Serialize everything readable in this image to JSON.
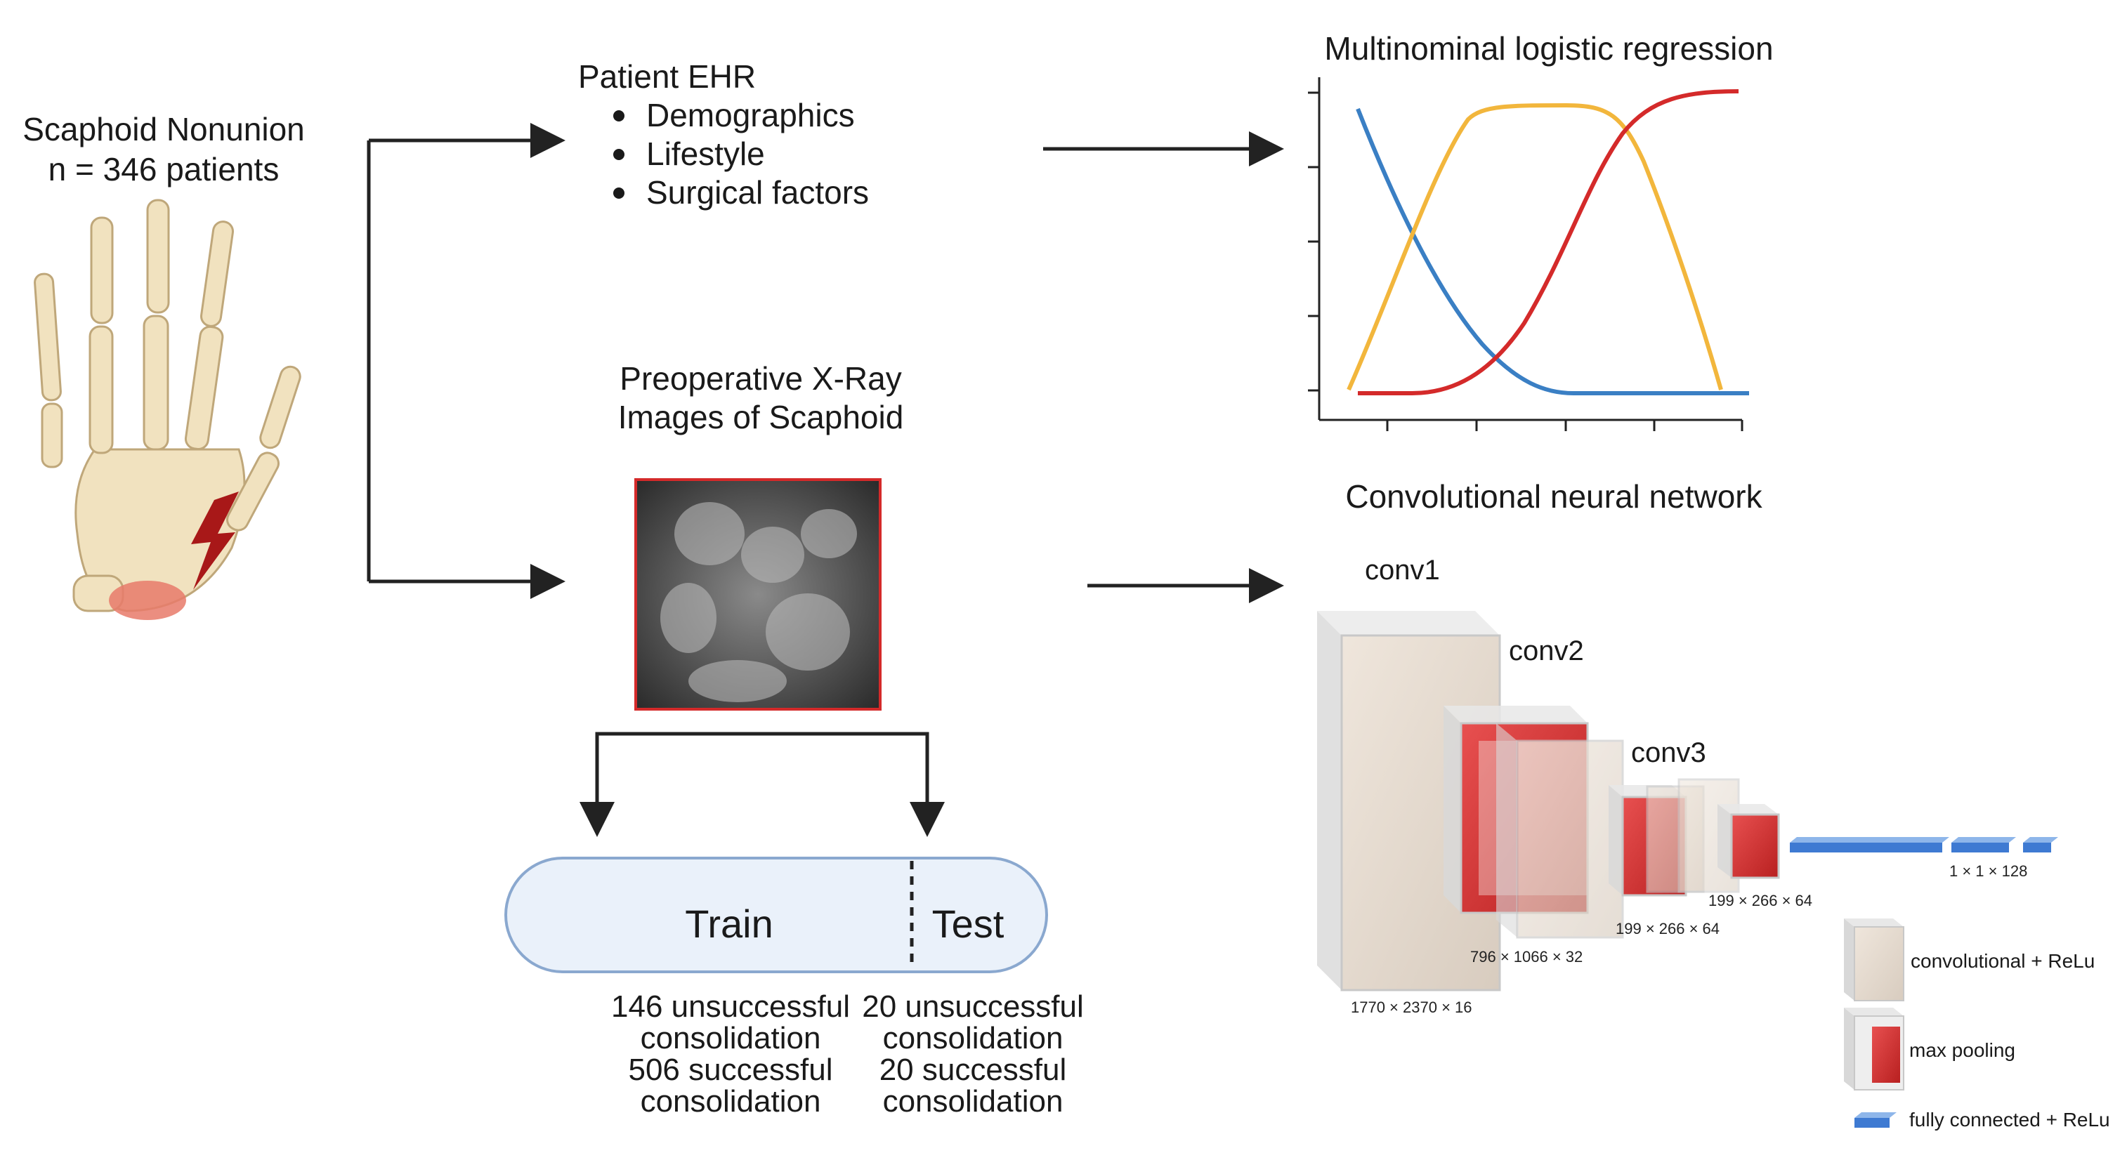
{
  "cohort": {
    "title": "Scaphoid Nonunion",
    "count": "n = 346 patients"
  },
  "ehr": {
    "title": "Patient EHR",
    "items": [
      "Demographics",
      "Lifestyle",
      "Surgical factors"
    ]
  },
  "xray": {
    "title_line1": "Preoperative X-Ray",
    "title_line2": "Images of Scaphoid"
  },
  "split": {
    "train_label": "Train",
    "test_label": "Test",
    "train_stats": [
      "146 unsuccessful",
      "consolidation",
      "506 successful",
      "consolidation"
    ],
    "test_stats": [
      "20 unsuccessful",
      "consolidation",
      "20 successful",
      "consolidation"
    ]
  },
  "regression": {
    "title": "Multinominal logistic regression",
    "colors": {
      "blue": "#3a7fc4",
      "yellow": "#f2b63c",
      "red": "#d42a2a"
    }
  },
  "cnn": {
    "title": "Convolutional neural network",
    "layers": {
      "conv1": "conv1",
      "conv2": "conv2",
      "conv3": "conv3"
    },
    "dims": {
      "d1": "1770 × 2370 × 16",
      "d2": "796 × 1066 × 32",
      "d3": "199 × 266 × 64",
      "d4": "199 × 266 × 64",
      "d5": "1 × 1 × 128"
    },
    "legend": {
      "conv": "convolutional  + ReLu",
      "pool": "max  pooling",
      "fc": "fully connected  + ReLu"
    }
  }
}
